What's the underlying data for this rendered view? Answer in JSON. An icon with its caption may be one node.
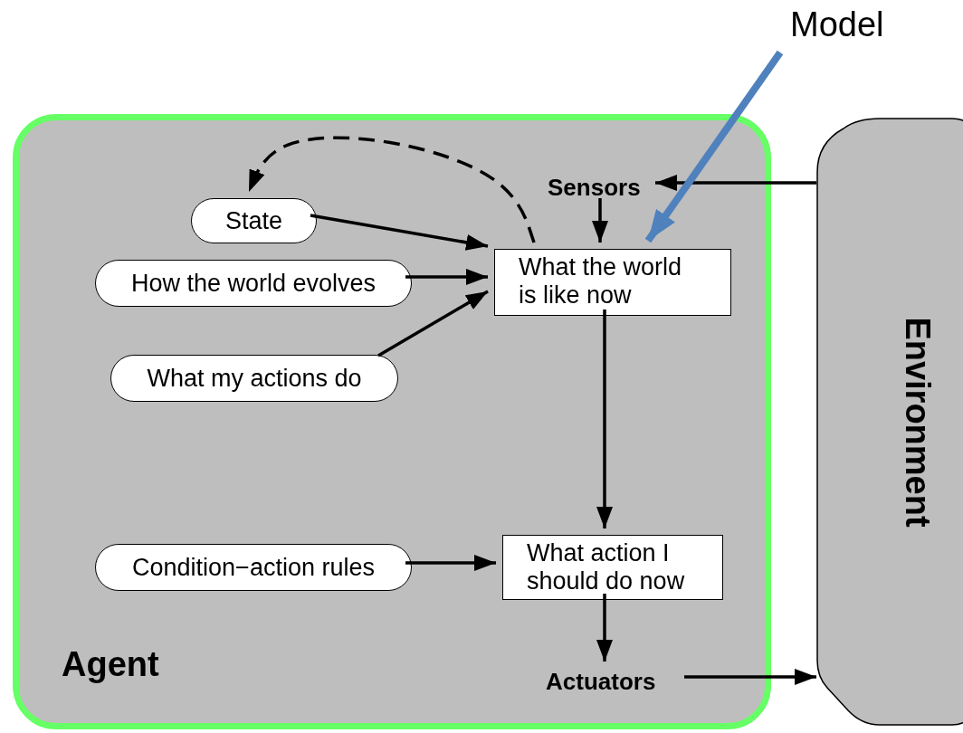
{
  "diagram": {
    "nodes": [
      {
        "text": [
          "Agent"
        ]
      },
      {
        "text": [
          "State"
        ],
        "in": 0
      },
      {
        "text": [
          "How the world evolves"
        ],
        "in": 0
      },
      {
        "text": [
          "What my actions do"
        ],
        "in": 0
      },
      {
        "text": [
          "Condition−action rules"
        ],
        "in": 0
      },
      {
        "text": [
          "Sensors"
        ],
        "in": 0
      },
      {
        "text": [
          "What the world is like now"
        ],
        "in": 0
      },
      {
        "text": [
          "What action I should do now"
        ],
        "in": 0
      },
      {
        "text": [
          "Actuators"
        ],
        "in": 0
      },
      {
        "text": [
          "Environment"
        ]
      },
      {
        "text": [
          "Model"
        ]
      }
    ],
    "edges": [
      {
        "from": 9,
        "to": 5,
        "arrow": "to"
      },
      {
        "from": 5,
        "to": 6,
        "arrow": "to"
      },
      {
        "from": 1,
        "to": 6,
        "arrow": "to"
      },
      {
        "from": 2,
        "to": 6,
        "arrow": "to"
      },
      {
        "from": 3,
        "to": 6,
        "arrow": "to"
      },
      {
        "from": 6,
        "to": 1,
        "arrow": "to",
        "style": "dashed"
      },
      {
        "from": 6,
        "to": 7,
        "arrow": "to"
      },
      {
        "from": 4,
        "to": 7,
        "arrow": "to"
      },
      {
        "from": 7,
        "to": 8,
        "arrow": "to"
      },
      {
        "from": 8,
        "to": 9,
        "arrow": "to"
      },
      {
        "from": 10,
        "to": 6,
        "arrow": "to",
        "style": "thick",
        "color": "#4f81bd"
      }
    ]
  }
}
